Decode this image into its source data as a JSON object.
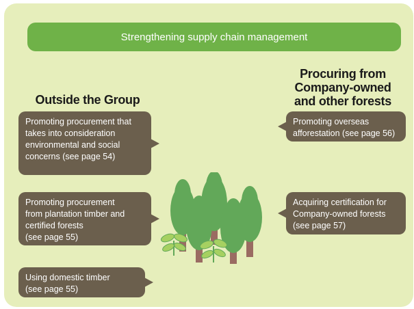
{
  "banner": {
    "label": "Strengthening supply chain management"
  },
  "headings": {
    "outside_group": "Outside the Group",
    "company_forests": [
      "Procuring from",
      "Company-owned",
      "and other forests"
    ]
  },
  "left_items": [
    {
      "lines": [
        "Promoting procurement that",
        "takes into consideration",
        "environmental and social",
        "concerns (see page 54)"
      ]
    },
    {
      "lines": [
        "Promoting procurement",
        "from plantation timber and",
        "certified forests",
        "(see page 55)"
      ]
    },
    {
      "lines": [
        "Using domestic timber",
        "(see page 55)"
      ]
    }
  ],
  "right_items": [
    {
      "lines": [
        "Promoting overseas",
        "afforestation (see page 56)"
      ]
    },
    {
      "lines": [
        "Acquiring certification for",
        "Company-owned forests",
        "(see page 57)"
      ]
    }
  ],
  "colors": {
    "panel_bg": "#e6eebb",
    "banner_bg": "#6fb248",
    "bubble_bg": "#6b5f4d",
    "tree_green": "#62a859",
    "tree_trunk": "#9a6b62",
    "sprout_green": "#a6d061"
  },
  "illustration": {
    "icon": "forest-trees-icon"
  }
}
